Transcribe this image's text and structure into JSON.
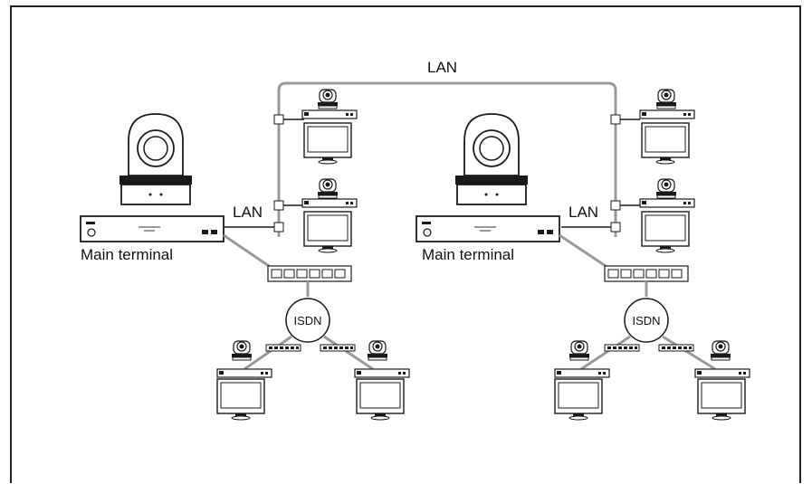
{
  "labels": {
    "lan_top": "LAN",
    "lan_left": "LAN",
    "lan_right": "LAN",
    "main_terminal_left": "Main terminal",
    "main_terminal_right": "Main terminal",
    "isdn_left": "ISDN",
    "isdn_right": "ISDN"
  },
  "colors": {
    "line": "#1a1a1a",
    "network_line": "#9a9a9a",
    "device_fill": "#ffffff",
    "dark_fill": "#222222"
  },
  "icons": [
    "ptz-camera-icon",
    "codec-unit-icon",
    "monitor-icon",
    "hub-icon",
    "isdn-cloud-icon",
    "lan-junction-icon"
  ]
}
